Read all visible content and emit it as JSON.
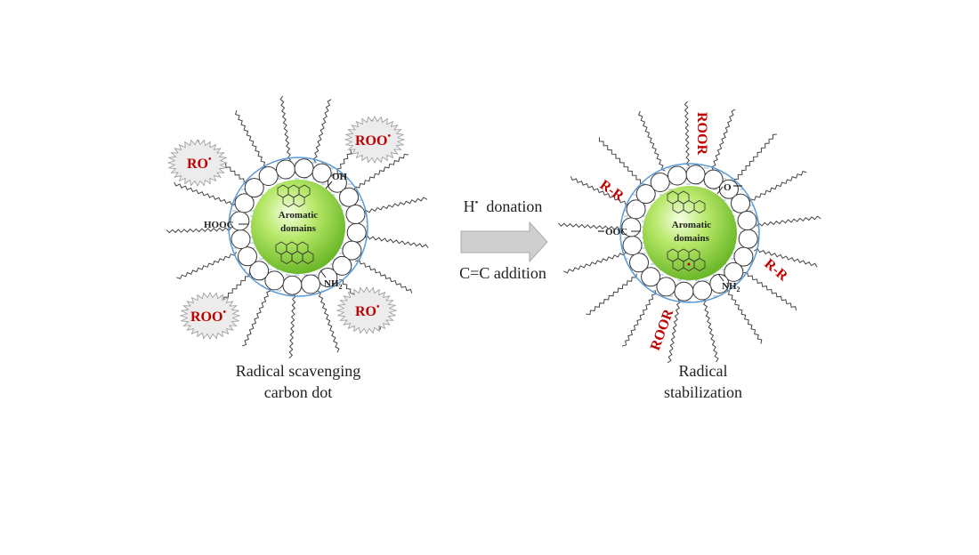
{
  "left_dot": {
    "core_title": "Aromatic",
    "core_title2": "domains",
    "groups": {
      "oh": "OH",
      "hooc": "HOOC",
      "nh2": "NH",
      "nh2_sub": "2"
    },
    "radicals": [
      {
        "label": "RO",
        "dot": "•"
      },
      {
        "label": "ROO",
        "dot": "•"
      },
      {
        "label": "ROO",
        "dot": "•"
      },
      {
        "label": "RO",
        "dot": "•"
      }
    ],
    "caption_line1": "Radical scavenging",
    "caption_line2": "carbon dot"
  },
  "arrow": {
    "top_label_prefix": "H",
    "top_label_dot": "•",
    "top_label_suffix": "  donation",
    "bottom_label": "C=C addition",
    "color": "#c8c8c8"
  },
  "right_dot": {
    "core_title": "Aromatic",
    "core_title2": "domains",
    "groups": {
      "o": "O",
      "ooc": "OOC",
      "nh2": "NH",
      "nh2_sub": "2"
    },
    "products": [
      "ROOR",
      "R-R",
      "R-R",
      "ROOR"
    ],
    "caption_line1": "Radical",
    "caption_line2": "stabilization"
  },
  "colors": {
    "radical_text": "#c00000",
    "core_green": "#8fd43a",
    "shell_blue": "#5b9bd5"
  }
}
